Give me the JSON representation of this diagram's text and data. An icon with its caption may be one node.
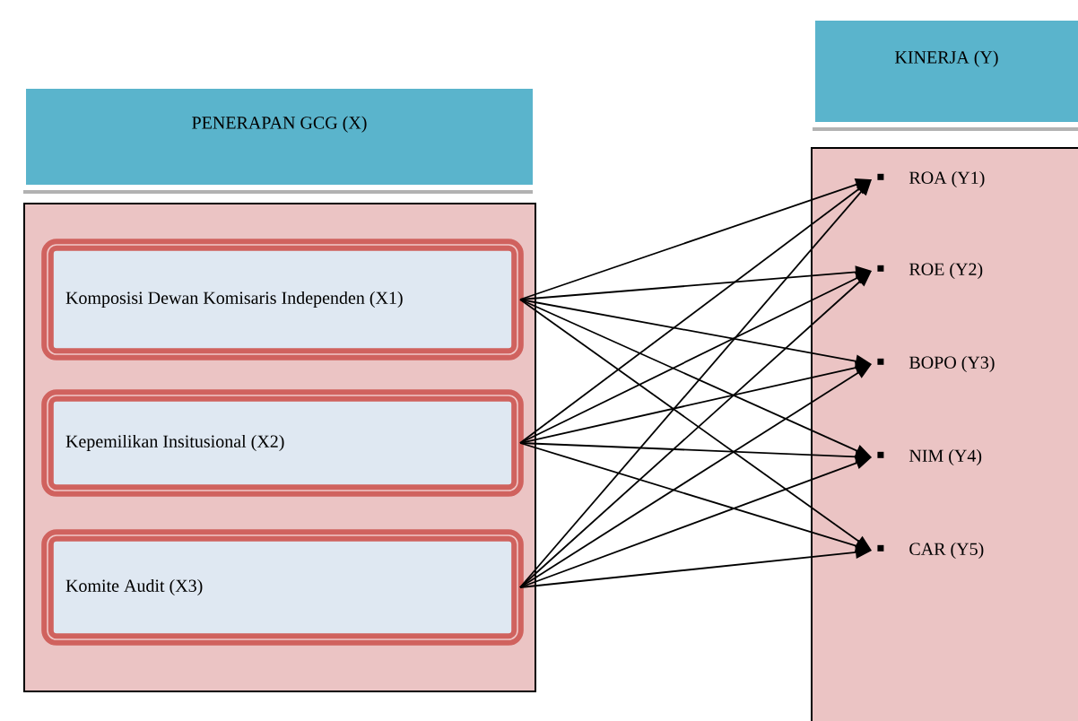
{
  "diagram": {
    "nodes": [
      {
        "text": [
          "PENERAPAN GCG (X)"
        ]
      },
      {
        "text": [],
        "shape": "box"
      },
      {
        "text": [
          "Komposisi Dewan Komisaris Independen (X1)"
        ],
        "in": 1
      },
      {
        "text": [
          "Kepemilikan Insitusional (X2)"
        ],
        "in": 1
      },
      {
        "text": [
          "Komite Audit (X3)"
        ],
        "in": 1
      },
      {
        "text": [
          "KINERJA (Y)"
        ]
      },
      {
        "text": [],
        "shape": "box"
      },
      {
        "text": [
          "ROA (Y1)"
        ],
        "in": 6
      },
      {
        "text": [
          "ROE (Y2)"
        ],
        "in": 6
      },
      {
        "text": [
          "BOPO (Y3)"
        ],
        "in": 6
      },
      {
        "text": [
          "NIM (Y4)"
        ],
        "in": 6
      },
      {
        "text": [
          "CAR (Y5)"
        ],
        "in": 6
      }
    ],
    "edges": [
      {
        "from": 2,
        "to": 7,
        "arrow": "to"
      },
      {
        "from": 2,
        "to": 8,
        "arrow": "to"
      },
      {
        "from": 2,
        "to": 9,
        "arrow": "to"
      },
      {
        "from": 2,
        "to": 10,
        "arrow": "to"
      },
      {
        "from": 2,
        "to": 11,
        "arrow": "to"
      },
      {
        "from": 3,
        "to": 7,
        "arrow": "to"
      },
      {
        "from": 3,
        "to": 8,
        "arrow": "to"
      },
      {
        "from": 3,
        "to": 9,
        "arrow": "to"
      },
      {
        "from": 3,
        "to": 10,
        "arrow": "to"
      },
      {
        "from": 3,
        "to": 11,
        "arrow": "to"
      },
      {
        "from": 4,
        "to": 7,
        "arrow": "to"
      },
      {
        "from": 4,
        "to": 8,
        "arrow": "to"
      },
      {
        "from": 4,
        "to": 9,
        "arrow": "to"
      },
      {
        "from": 4,
        "to": 10,
        "arrow": "to"
      },
      {
        "from": 4,
        "to": 11,
        "arrow": "to"
      }
    ]
  }
}
